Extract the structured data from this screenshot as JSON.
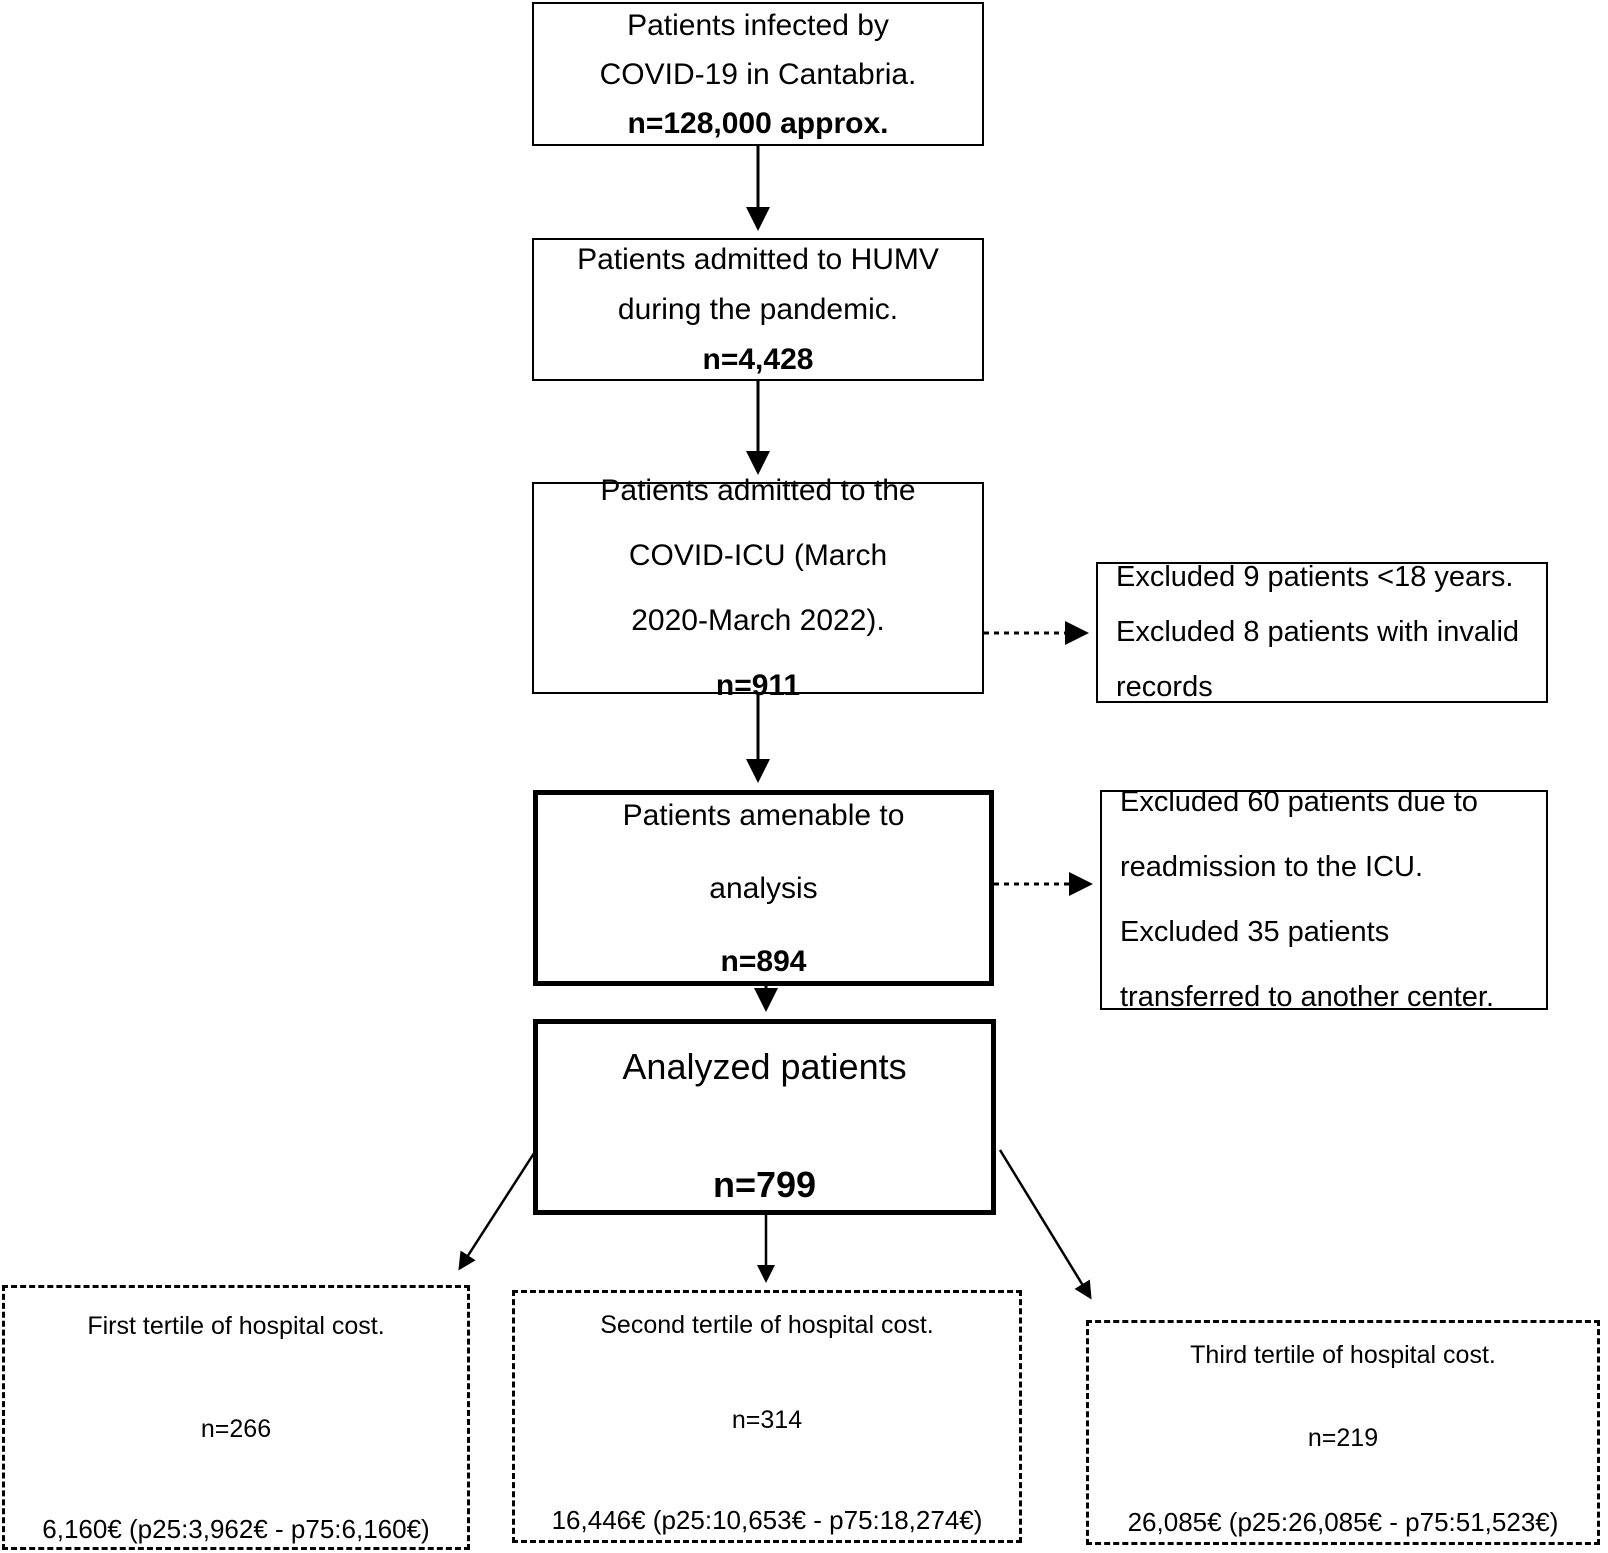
{
  "diagram": {
    "type": "flowchart",
    "title": "",
    "nodes": {
      "infected": {
        "line1": "Patients infected by",
        "line2": "COVID-19 in Cantabria.",
        "n": "n=128,000 approx."
      },
      "admitted_humv": {
        "line1": "Patients admitted to HUMV",
        "line2": "during the pandemic.",
        "n": "n=4,428"
      },
      "admitted_icu": {
        "line1": "Patients admitted to the",
        "line2": "COVID-ICU (March",
        "line3": "2020-March 2022).",
        "n": "n=911"
      },
      "excluded_1": {
        "line1": "Excluded 9 patients <18 years.",
        "line2": "Excluded 8 patients with invalid",
        "line3": "records"
      },
      "amenable": {
        "line1": "Patients amenable to",
        "line2": "analysis",
        "n": "n=894"
      },
      "excluded_2": {
        "line1": "Excluded 60 patients due to",
        "line2": "readmission to the ICU.",
        "line3": "Excluded 35 patients",
        "line4": "transferred to another center."
      },
      "analyzed": {
        "title": "Analyzed patients",
        "n": "n=799"
      },
      "tertile_1": {
        "title": "First tertile of hospital cost.",
        "n": "n=266",
        "cost": "6,160€ (p25:3,962€ - p75:6,160€)"
      },
      "tertile_2": {
        "title": "Second tertile of hospital cost.",
        "n": "n=314",
        "cost": "16,446€ (p25:10,653€ - p75:18,274€)"
      },
      "tertile_3": {
        "title": "Third tertile of hospital cost.",
        "n": "n=219",
        "cost": "26,085€ (p25:26,085€ - p75:51,523€)"
      }
    },
    "colors": {
      "stroke": "#000000",
      "background": "#ffffff",
      "text": "#000000"
    }
  }
}
